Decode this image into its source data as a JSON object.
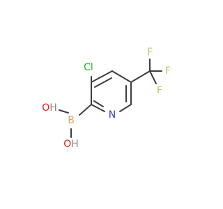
{
  "molecule": {
    "atoms": {
      "cl": {
        "label": "Cl",
        "color": "#22b922"
      },
      "n": {
        "label": "N",
        "color": "#2f3bd9"
      },
      "b": {
        "label": "B",
        "color": "#e0a35a"
      },
      "oh_upper": {
        "label": "OH",
        "color": "#e31b1b",
        "h_color": "#8a8a8a"
      },
      "oh_lower": {
        "label": "OH",
        "color": "#e31b1b",
        "h_color": "#8a8a8a"
      },
      "f_top": {
        "label": "F",
        "color": "#a7d36d"
      },
      "f_right": {
        "label": "F",
        "color": "#a7d36d"
      },
      "f_lower": {
        "label": "F",
        "color": "#a7d36d"
      }
    },
    "bond_color": "#3c3c3c"
  }
}
